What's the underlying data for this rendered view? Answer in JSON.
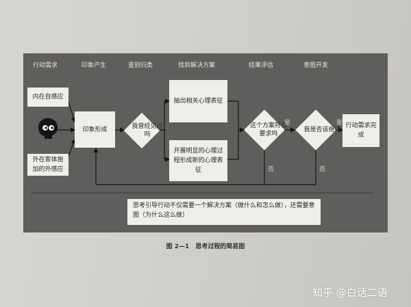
{
  "headers": {
    "demand": "行动需求",
    "impression": "印象产生",
    "classify": "鉴别归类",
    "solution": "找到解决方案",
    "evaluate": "结果评估",
    "intent": "意图开发"
  },
  "nodes": {
    "internal": "内在自感应",
    "external": "外在客体施加的外感应",
    "form": "印象形成",
    "seen": "我曾经见过吗",
    "extract": "抽出相关心理表征",
    "develop": "开展明显的心理过程形成新的心理表征",
    "fit": "这个方案符合要求吗",
    "continue": "我是否该继续",
    "complete": "行动需求完成"
  },
  "labels": {
    "yes1": "是",
    "no1": "否",
    "yes2": "是",
    "no2": "否"
  },
  "note": "思考引导行动不仅需要一个解决方案（做什么和怎么做），还需要意图（为什么这么做）",
  "caption": "图 2—1　思考过程的简易图",
  "watermark": "知乎 @白话二语"
}
